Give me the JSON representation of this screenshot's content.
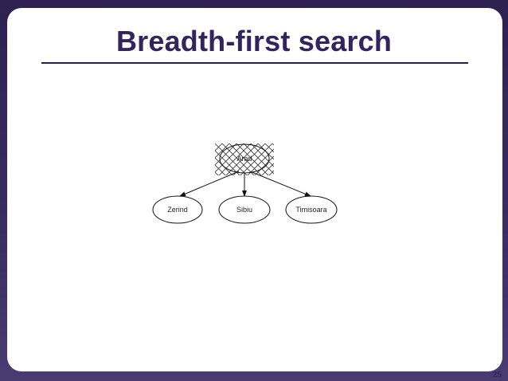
{
  "slide": {
    "title": "Breadth-first search",
    "page_number": "25"
  },
  "tree": {
    "root": {
      "label": "Arad",
      "state": "expanded"
    },
    "children": [
      {
        "label": "Zerind"
      },
      {
        "label": "Sibiu"
      },
      {
        "label": "Timisoara"
      }
    ]
  }
}
